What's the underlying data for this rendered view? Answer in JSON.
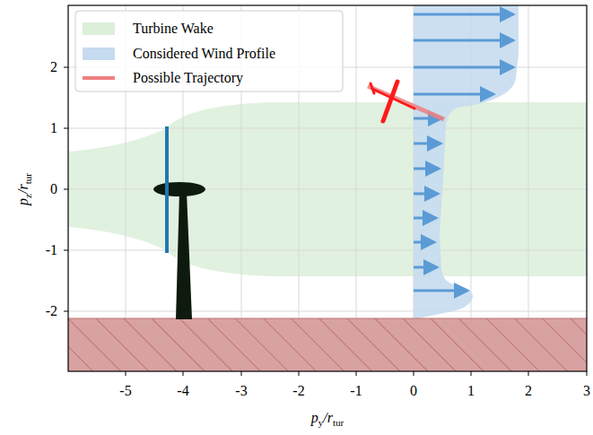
{
  "diagram": {
    "labels": [
      "-5",
      "-4",
      "-3",
      "-2",
      "-1",
      "0",
      "1",
      "2",
      "3",
      "2",
      "1",
      "0",
      "-1",
      "-2",
      "p",
      "y",
      "/r",
      "tur",
      "p",
      "z",
      "/r",
      "tur"
    ],
    "legend": [
      {
        "text": "Turbine Wake",
        "color": "#dcefd9"
      },
      {
        "text": "Considered Wind Profile",
        "color": "#c6dbef"
      },
      {
        "text": "Possible Trajectory"
      }
    ]
  }
}
